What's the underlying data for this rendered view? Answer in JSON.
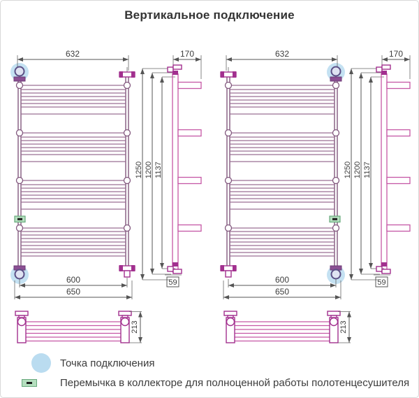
{
  "title": "Вертикальное подключение",
  "dimensions": {
    "width_top": "632",
    "depth_side": "170",
    "height_overall": "1250",
    "height_centers": "1200",
    "height_inner": "1137",
    "width_centers": "600",
    "width_overall": "650",
    "offset_bottom": "59",
    "depth_plan": "213"
  },
  "legend": [
    {
      "symbol": "connection-point-circle",
      "label": "Точка подключения"
    },
    {
      "symbol": "collector-jumper-swatch",
      "label": "Перемычка в коллекторе для полноценной работы полотенцесушителя"
    }
  ],
  "colors": {
    "front_outline": "#82587e",
    "side_outline": "#c557a5",
    "fitting": "#a2308f",
    "connection_point": "#badcf0",
    "jumper_fill": "#b5dfbf",
    "jumper_border": "#67a97c",
    "dimension_line": "#555555",
    "text": "#3c3c3c"
  }
}
